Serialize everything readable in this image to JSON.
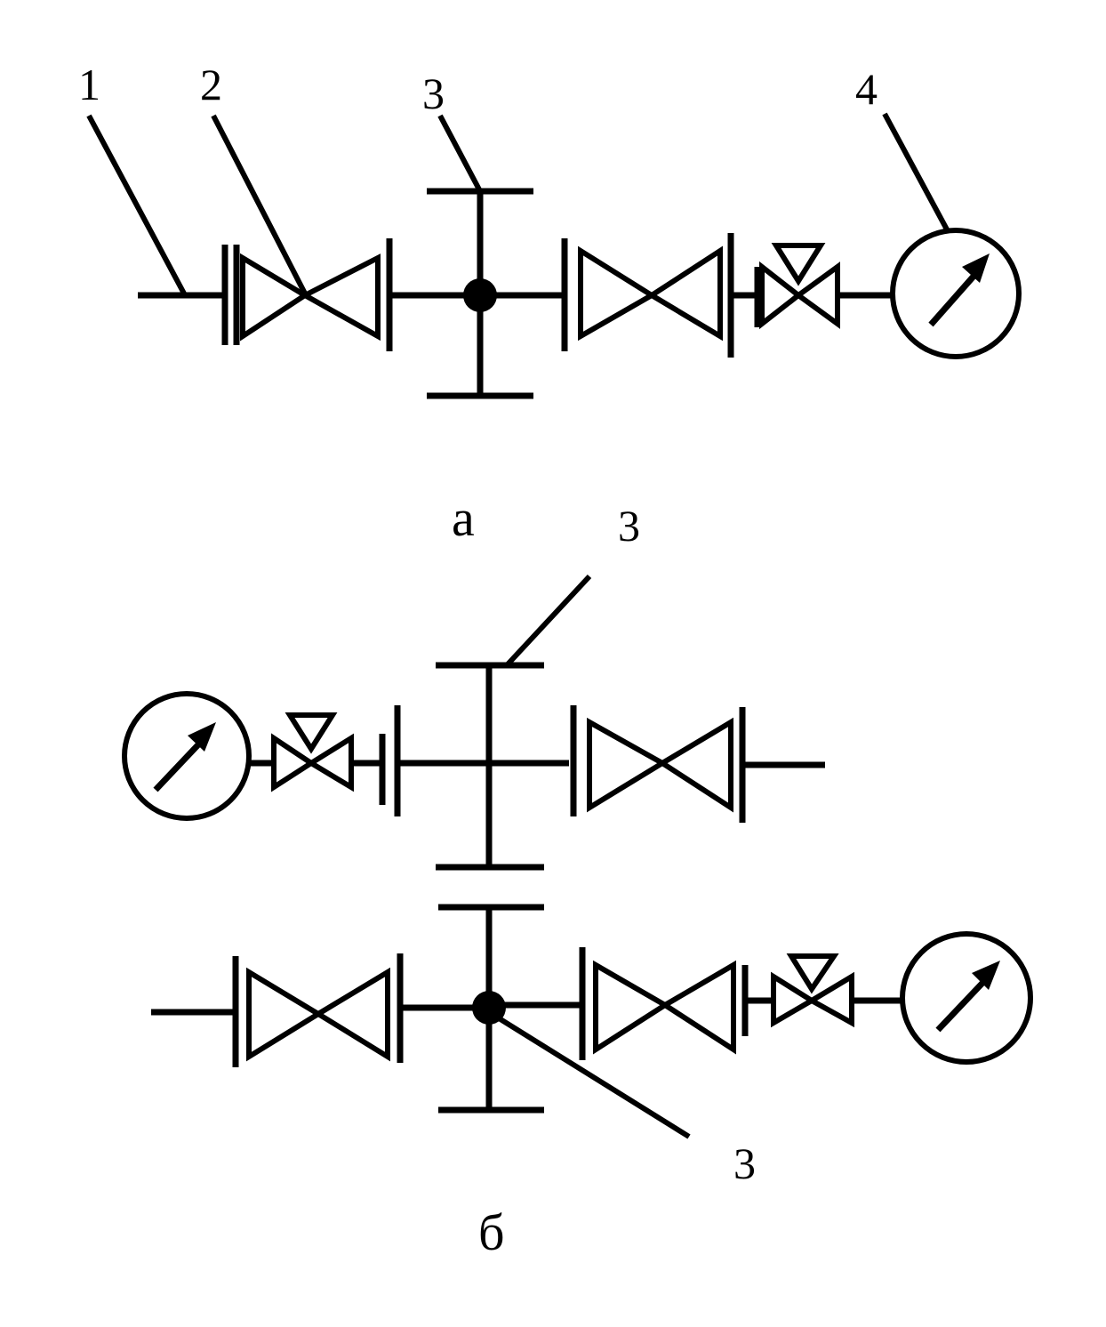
{
  "diagram_a": {
    "labels": [
      "1",
      "2",
      "3",
      "4"
    ],
    "caption": "а"
  },
  "diagram_b": {
    "label_top": "3",
    "label_bottom": "3",
    "caption": "б"
  }
}
